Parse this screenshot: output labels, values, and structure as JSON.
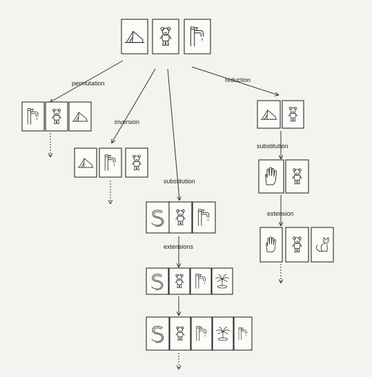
{
  "labels": {
    "permutation": "permutation",
    "inversion": "inversion",
    "reduction": "réduction",
    "substitution_center": "substitution",
    "extensions": "extensions",
    "substitution_right": "substitution",
    "extension": "extension"
  },
  "groups": {
    "root": [
      "tent",
      "bear",
      "faucet"
    ],
    "permutation": [
      "faucet",
      "bear",
      "tent"
    ],
    "inversion": [
      "tent",
      "faucet",
      "bear"
    ],
    "substitution": [
      "letter-s",
      "bear",
      "faucet"
    ],
    "extension_1": [
      "letter-s",
      "bear",
      "faucet",
      "palm-tree"
    ],
    "extension_2": [
      "letter-s",
      "bear",
      "faucet",
      "palm-tree",
      "faucet"
    ],
    "reduction": [
      "tent",
      "bear"
    ],
    "reduction_substitution": [
      "hand",
      "bear"
    ],
    "reduction_extension": [
      "hand",
      "bear",
      "cat"
    ]
  },
  "colors": {
    "ink": "#222222",
    "paper": "#f4f3ef",
    "card": "#fbfbf8"
  }
}
